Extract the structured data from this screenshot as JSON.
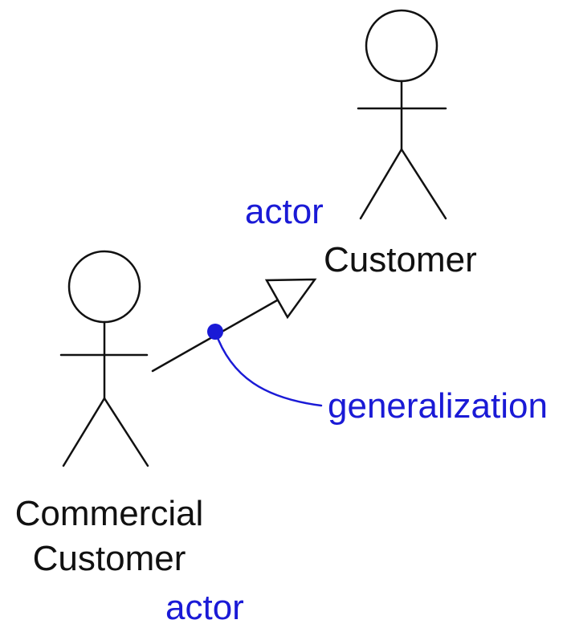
{
  "actors": [
    {
      "id": "customer",
      "name": "Customer",
      "stereotype": "actor"
    },
    {
      "id": "commercial-customer",
      "name": "Commercial Customer",
      "stereotype": "actor"
    }
  ],
  "relationship": {
    "kind": "generalization",
    "label": "generalization",
    "from": "commercial-customer",
    "to": "customer"
  },
  "colors": {
    "line": "#111111",
    "annotation": "#1a1ad6",
    "background": "#ffffff"
  }
}
